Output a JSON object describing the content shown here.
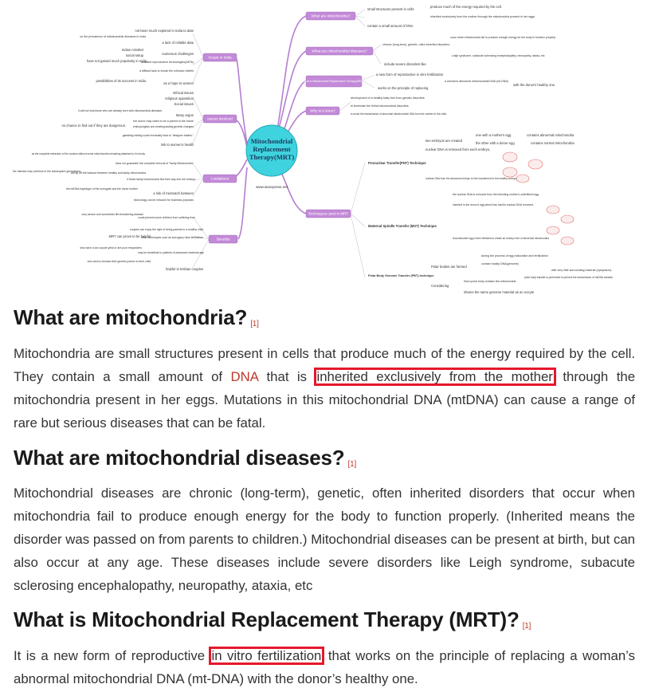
{
  "mindmap": {
    "center_title": [
      "Mitochondrial",
      "Replacement",
      "Therapy(MRT)"
    ],
    "url": "www.iasexpress.net",
    "right_nodes": [
      {
        "label": "What are mitochondria?"
      },
      {
        "label": "What are mitochondrial diseases?"
      },
      {
        "label": "What is Mitochondrial Replacement Therapy(MRT)?"
      },
      {
        "label": "Why is it done?"
      },
      {
        "label": "Techniques used in MRT"
      }
    ],
    "left_nodes": [
      {
        "label": "Scope in India"
      },
      {
        "label": "Issues involved"
      },
      {
        "label": "Limitations"
      },
      {
        "label": "Benefits"
      }
    ],
    "right_notes": [
      "small structures present in cells",
      "produce much of the energy required by the cell.",
      "contain a small amount of DNA",
      "inherited exclusively from the mother through the mitochondria present in her eggs.",
      "chronic (long-term), genetic, often inherited disorders",
      "occur when mitochondria fail to produce enough energy for the body to function properly",
      "include severe disorders like",
      "Leigh syndrome, subacute sclerosing encephalopathy, neuropathy, ataxia, etc",
      "a new form of reproductive in vitro fertilization",
      "works on the principle of replacing",
      "a woman's abnormal mitochondrial DNA (mt-DNA)",
      "with the donor's healthy one.",
      "development of a healthy baby free from genetic disorders",
      "to terminate the lethal mitochondrial disorders",
      "to avoid the transmission of abnormal mitochondrial DNA from the mother to the child.",
      "Pronuclear Transfer(PNT) Technique",
      "two embryos are created",
      "one with a mother's egg",
      "contains abnormal mitochondria",
      "the other with a donor egg",
      "contains normal mitochondria",
      "nuclear DNA is removed from each embryo,",
      "nuclear DNA from the abnormal embryo is then transferred to the healthy embryo.",
      "Maternal Spindle Transfer (MST) Technique",
      "the nuclear DNA is removed from the intending mother's unfertilized egg",
      "inserted in the donor's egg which has had its nuclear DNA removed.",
      "reconstructed egg is then fertilized to create an embryo free of abnormal mitochondria",
      "Polar Body Genome Transfer (PBT) technique",
      "Polar bodies are formed",
      "during the process of egg maturation and fertilization",
      "contain mostly DNA(genome)",
      "with very little surrounding material (cytoplasm).",
      "Considering",
      "that a polar body contains few mitochondria",
      "polar body transfer is performed to prevent the transmission of mtDNA variants.",
      "shares the same genome material as an oocyte"
    ],
    "left_notes": [
      "not been much explored in India to date",
      "on the prevalence of mitochondrial diseases in India",
      "a lack of reliable data",
      "Indian mindset",
      "social setup",
      "numerous challenges",
      "have not gained much popularity in India",
      "assisted reproductive technologies(ARTs)",
      "a difficult task to break the orthodox beliefs",
      "possibilities of its success in India.",
      "as a hope to women",
      "Ethical issues",
      "religious opposition",
      "Social issues",
      "it will not help those who are already born with mitochondrial diseases.",
      "Many argue",
      "the donor may claim to be a parent to the future",
      "no chance to find out if they are dangerous.",
      "embryologists are creating lasting genetic changes",
      "gambling editing could eventually lead to \"designer babies.\"",
      "risk to women's health",
      "as the complete extraction of the nucleus without some mitochondria remaining attached to it is tricky",
      "does not guarantee the complete removal of \"faulty Mitochondria\"",
      "the disease may continue in the subsequent generations.",
      "will tip off the balance between healthy and faulty mitochondria",
      "if these faulty mitochondria find their way into the embryo,",
      "the mtDNA haplotype of the surrogate and the donor mother",
      "a risk of mismatch between",
      "technology can be misused for business purposes",
      "very severe and sometimes life-threatening disease",
      "could prevent some children from suffering from",
      "couples can enjoy the right of being parents to a healthy child",
      "MRT can prove to be helpful",
      "other techniques such as surrogacy have limitations",
      "who have a low oocyte yield or are poor responders",
      "may be beneficial to patients of advanced maternal age",
      "who wish to bestow their genetic portion to their child",
      "helpful to lesbian couples"
    ]
  },
  "article": {
    "sections": [
      {
        "heading": "What are mitochondria?",
        "ref": "[1]",
        "p_a": "Mitochondria are small structures present in cells that produce much of the energy required by the cell. They contain a small amount of ",
        "p_link": "DNA",
        "p_b": " that is",
        "p_hl": "inherited exclusively from the mother",
        "p_c": "through the mitochondria present in her eggs. Mutations in this mitochondrial DNA (mtDNA) can cause a range of rare but serious diseases that can be fatal."
      },
      {
        "heading": "What are mitochondrial diseases?",
        "ref": "[1]",
        "paragraph": "Mitochondrial diseases are chronic (long-term), genetic, often inherited disorders that occur when mitochondria fail to produce enough energy for the body to function properly. (Inherited means the disorder was passed on from parents to children.) Mitochondrial diseases can be present at birth, but can also occur at any age. These diseases include severe disorders like Leigh syndrome, subacute sclerosing encephalopathy, neuropathy, ataxia, etc"
      },
      {
        "heading": "What is Mitochondrial Replacement Therapy (MRT)?",
        "ref": "[1]",
        "p_a": "It is a new form of reproductive",
        "p_hl": "in vitro fertilization",
        "p_b": "that works on the principle of replacing a woman’s abnormal mitochondrial DNA (mt-DNA) with the donor’s healthy one."
      }
    ]
  },
  "colors": {
    "node": "#c38ad8",
    "node_border": "#9a5fb3",
    "center_fill": "#3fd2df",
    "link_red": "#c0392b",
    "highlight": "#e5182c",
    "lines": "#b47ed0"
  }
}
